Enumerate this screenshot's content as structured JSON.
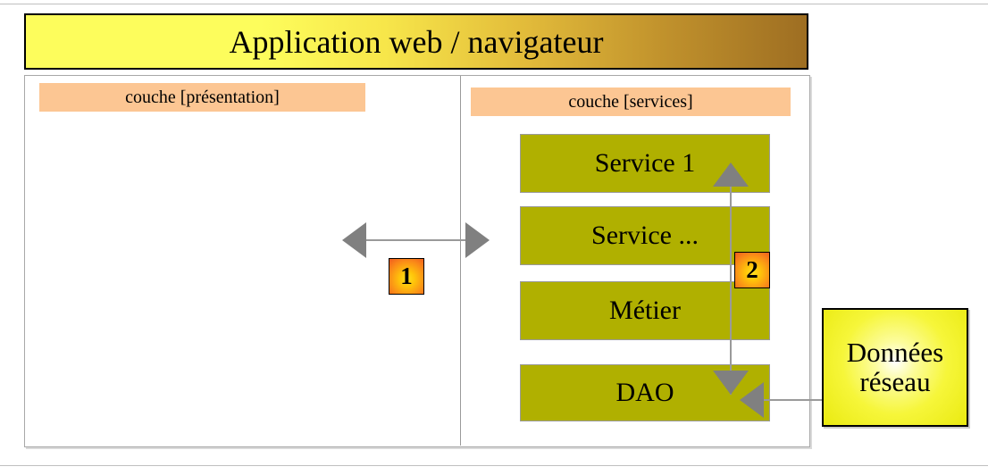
{
  "diagram": {
    "title": "Application web / navigateur",
    "layers": [
      {
        "id": "presentation",
        "label": "couche [présentation]"
      },
      {
        "id": "services",
        "label": "couche [services]"
      }
    ],
    "service_boxes": [
      {
        "label": "Service 1"
      },
      {
        "label": "Service ..."
      },
      {
        "label": "Métier"
      },
      {
        "label": "DAO"
      }
    ],
    "external_store": {
      "line1": "Données",
      "line2": "réseau"
    },
    "badges": [
      {
        "id": "badge-1",
        "label": "1"
      },
      {
        "id": "badge-2",
        "label": "2"
      }
    ],
    "colors": {
      "banner_gradient_start": "#FDFD5C",
      "banner_gradient_end": "#9E6E22",
      "layer_bar": "#FCC693",
      "service_box": "#B0B000",
      "connector": "#808080",
      "badge_gradient_start": "#FFE01E",
      "badge_gradient_end": "#F05A1E",
      "data_box_fill": "#F6F63A",
      "panel_border": "#A8A8A8"
    }
  }
}
